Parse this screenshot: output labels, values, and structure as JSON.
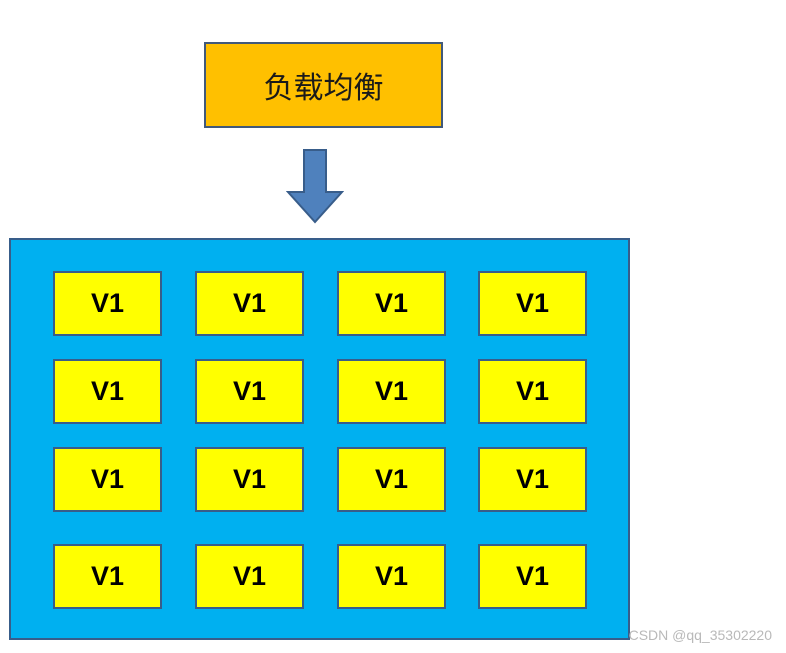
{
  "load_balancer": {
    "label": "负载均衡"
  },
  "cluster": {
    "rows": [
      [
        "V1",
        "V1",
        "V1",
        "V1"
      ],
      [
        "V1",
        "V1",
        "V1",
        "V1"
      ],
      [
        "V1",
        "V1",
        "V1",
        "V1"
      ],
      [
        "V1",
        "V1",
        "V1",
        "V1"
      ]
    ]
  },
  "watermark": {
    "text": "CSDN @qq_35302220"
  },
  "colors": {
    "load_balancer_fill": "#FFC000",
    "arrow_fill": "#4F81BD",
    "cluster_fill": "#00B0F0",
    "node_fill": "#FFFF00",
    "border": "#385D8A"
  }
}
